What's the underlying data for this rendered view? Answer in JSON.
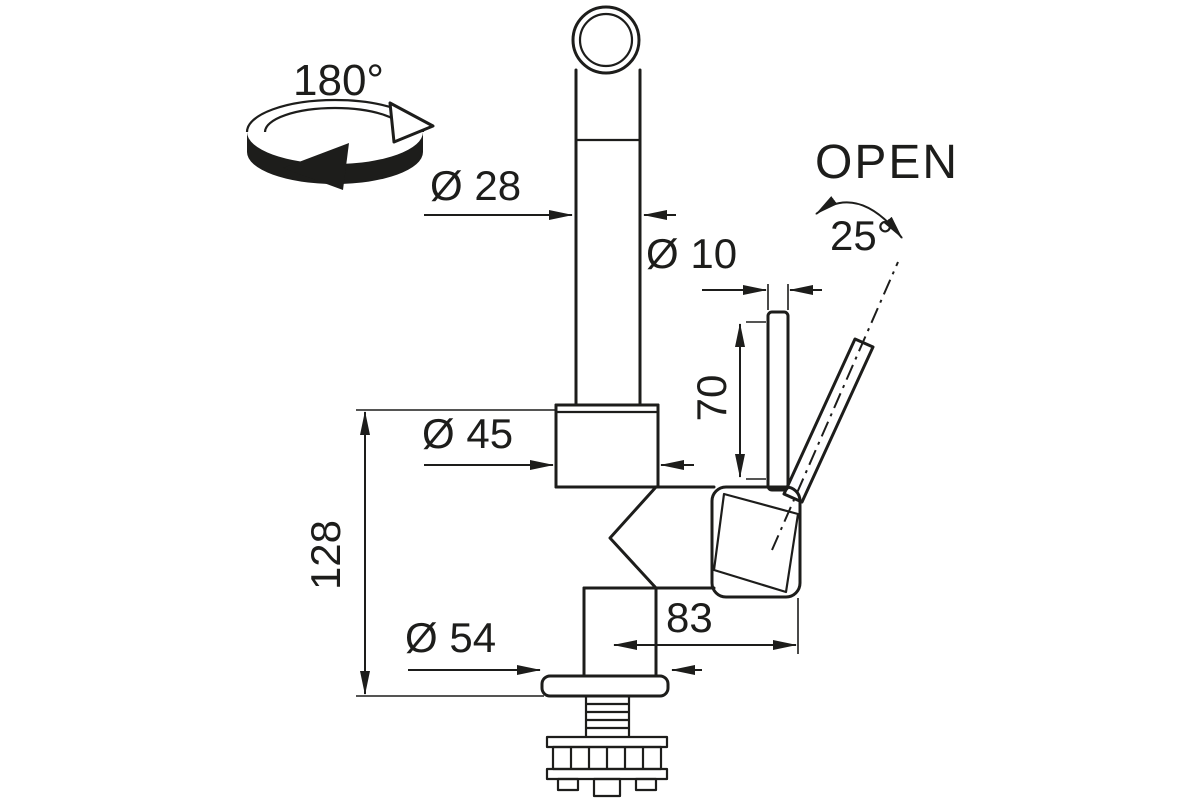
{
  "colors": {
    "line": "#1d1d1b",
    "background": "#ffffff"
  },
  "labels": {
    "rotation": "180°",
    "open": "OPEN",
    "open_angle": "25°",
    "spout_diameter": "Ø 28",
    "lever_diameter": "Ø 10",
    "lever_length": "70",
    "body_diameter": "Ø 45",
    "total_height": "128",
    "base_diameter": "Ø 54",
    "handle_reach": "83"
  }
}
